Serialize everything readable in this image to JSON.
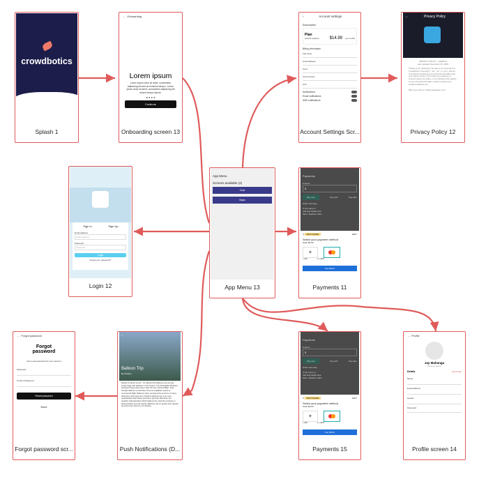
{
  "colors": {
    "arrow": "#e05a5a",
    "splash_bg": "#1c1d4a",
    "menu_btn": "#3a3a8a",
    "payments_bg": "#4a4a4a",
    "pay_btn": "#1e6fd9",
    "login_btn": "#5bcff0"
  },
  "splash": {
    "logo": "crowdbotics",
    "caption": "Splash 1"
  },
  "onboarding": {
    "header": "Onboarding",
    "title": "Lorem ipsum",
    "body": "Lorem ipsum dolor sit amet, consectetur adipiscing elit sed do eiusmod tempor. Lorem ipsum dolor sit amet, consectetur adipiscing elit dolore tempor labore.",
    "button": "Continue",
    "caption": "Onboarding screen 13"
  },
  "account": {
    "header": "Account settings",
    "subscription": "Subscription",
    "plan": "Plan",
    "plan_sub": "Cancel anytime",
    "price": "$14.99",
    "per": "per month",
    "billing": "Billing information",
    "fields": [
      "Full name",
      "email address",
      "Card",
      "Card number",
      "CVV"
    ],
    "toggles": [
      "Notifications",
      "Email notifications",
      "SMS notifications"
    ],
    "caption": "Account Settings Scr..."
  },
  "privacy": {
    "header": "Privacy Policy",
    "label": "PRIVACY POLICY - SAMPLE",
    "updated": "Last updated November 30, 2020",
    "body": "Thank you for choosing to be part of our community at Crowdbotics (\"Company\", \"we\", \"us\", or \"our\"). We are committed to protecting your personal information and your right to privacy. If you have any questions or concerns about our policy, or our practices with regards to your personal information, please contact us at info@crowdbotics.com.",
    "more": "When you visit our mobile application, and",
    "caption": "Privacy Policy 12"
  },
  "login": {
    "tab_signin": "Sign In",
    "tab_signup": "Sign Up",
    "email_label": "Email address",
    "email_ph": "Email address",
    "pass_label": "Password",
    "pass_ph": "Password",
    "button": "Login",
    "forgot": "Forgot your password?",
    "caption": "Login 12"
  },
  "menu": {
    "header": "App Menu",
    "available": "Screens available (2)",
    "btn1": "Chat",
    "btn2": "Maps",
    "caption": "App Menu 13"
  },
  "payments": {
    "header": "Payments",
    "amount_label": "Amount",
    "amount_ph": "$",
    "pay": "Pay now",
    "paywith": "Pay with",
    "card_on_file": "Pay later",
    "section": "Order summary",
    "detail_lines": [
      "To the name of",
      "Add card details here",
      "Store / Register online"
    ],
    "badge": "TEST MODE",
    "edit": "EDIT",
    "select": "Select your payment method",
    "total": "Total: $0.00",
    "add": "+ Add",
    "card": "•••• 4242",
    "pay_btn": "Pay $0.00"
  },
  "payments11": {
    "caption": "Payments 11"
  },
  "payments15": {
    "caption": "Payments 15"
  },
  "forgot": {
    "header": "Forgot password",
    "title1": "Forgot",
    "title2": "password",
    "sub": "Set a new password for your account",
    "email_label": "Password",
    "pass_label": "Confirm Password",
    "button": "Reset password",
    "back": "Back",
    "caption": "Forgot password scr..."
  },
  "push": {
    "hero_title": "Balloon Trip",
    "hero_sub": "By Sheila L.",
    "body": "Mostly it's about hot air - for without that balloons are just big empty bags with baskets on the bottom. The Montgolfier Brothers had good blogs when they made the first manned flight. They thought balloons would take off as an available means of commercial flight. Balloons have remained the province of sport, adventure and enjoyment. Modern balloons are a lot more sophisticated than those ancestors (and the skill when the weather characteristics which balloons fly, ultra-fine it please in dissemination and trip seeing. Balloons are so gentle and majestic and when the burner's not working",
    "caption": "Push Notifications (D..."
  },
  "profile": {
    "header": "Profile",
    "name": "Jay Mahanga",
    "location": "Loreme, lorem",
    "details": "Details",
    "edit": "Edit Profile",
    "fields": [
      "Name",
      "Email address",
      "Gender",
      "Password"
    ],
    "caption": "Profile screen 14"
  }
}
